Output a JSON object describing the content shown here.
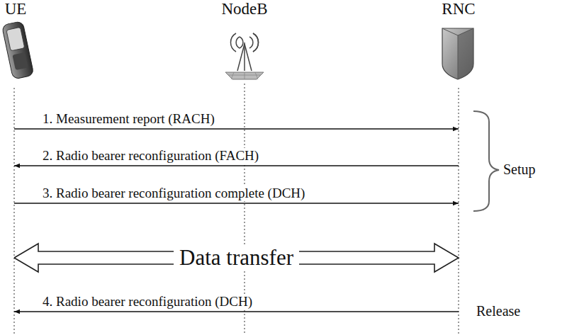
{
  "diagram": {
    "nodes": [
      {
        "text": [
          "UE"
        ]
      },
      {
        "text": [
          "NodeB"
        ]
      },
      {
        "text": [
          "RNC"
        ]
      }
    ],
    "edges": [
      {
        "from": 0,
        "to": 2,
        "arrow": "to",
        "label": "1. Measurement report (RACH)"
      },
      {
        "from": 2,
        "to": 0,
        "arrow": "to",
        "label": "2. Radio bearer reconfiguration (FACH)"
      },
      {
        "from": 0,
        "to": 2,
        "arrow": "to",
        "label": "3. Radio bearer reconfiguration complete (DCH)"
      },
      {
        "from": 0,
        "to": 2,
        "arrow": "both",
        "label": "Data transfer"
      },
      {
        "from": 2,
        "to": 0,
        "arrow": "to",
        "label": "4. Radio bearer reconfiguration (DCH)"
      }
    ],
    "labels": [
      "Setup",
      "Release"
    ]
  }
}
